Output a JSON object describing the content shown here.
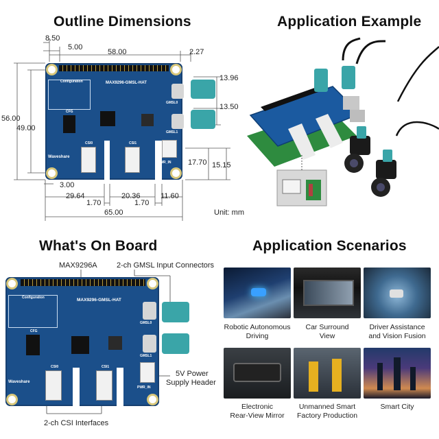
{
  "headings": {
    "outline": "Outline Dimensions",
    "application_example": "Application Example",
    "on_board": "What's On Board",
    "scenarios": "Application Scenarios"
  },
  "dimensions": {
    "d_850": "8.50",
    "d_500": "5.00",
    "d_5800": "58.00",
    "d_227": "2.27",
    "d_1396": "13.96",
    "d_1350": "13.50",
    "d_5600": "56.00",
    "d_4900": "49.00",
    "d_1770": "17.70",
    "d_1515": "15.15",
    "d_300": "3.00",
    "d_2964": "29.64",
    "d_2036": "20.36",
    "d_1160": "11.60",
    "d_170a": "1.70",
    "d_170b": "1.70",
    "d_6500": "65.00",
    "unit": "Unit: mm"
  },
  "board": {
    "name": "MAX9296-GMSL-HAT",
    "config_title": "Configuration",
    "cfg": "CFG",
    "gmsl0": "GMSL0",
    "gmsl1": "GMSL1",
    "csi0": "CSI0",
    "csi1": "CSI1",
    "pwr_in": "PWR_IN",
    "brand": "Waveshare"
  },
  "onboard_labels": {
    "chip": "MAX9296A",
    "gmsl_inputs": "2-ch GMSL Input Connectors",
    "power_line1": "5V Power",
    "power_line2": "Supply Header",
    "csi": "2-ch CSI Interfaces"
  },
  "scenarios": [
    {
      "line1": "Robotic Autonomous",
      "line2": "Driving"
    },
    {
      "line1": "Car Surround",
      "line2": "View"
    },
    {
      "line1": "Driver Assistance",
      "line2": "and Vision Fusion"
    },
    {
      "line1": "Electronic",
      "line2": "Rear-View Mirror"
    },
    {
      "line1": "Unmanned Smart",
      "line2": "Factory Production"
    },
    {
      "line1": "Smart City",
      "line2": ""
    }
  ],
  "colors": {
    "pcb": "#1b4f8a",
    "connector": "#3aa5a8",
    "dimension_line": "#555555"
  }
}
